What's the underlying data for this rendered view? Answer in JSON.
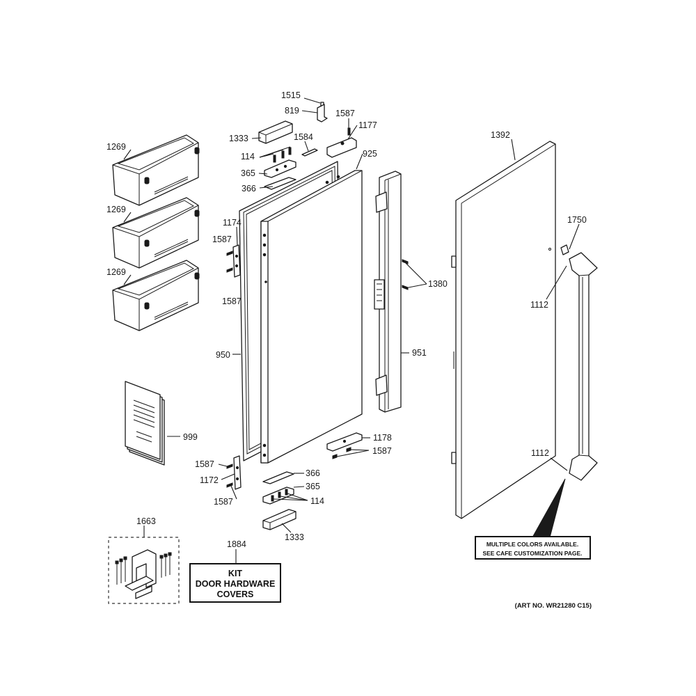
{
  "callouts": {
    "c1515": "1515",
    "c819": "819",
    "c1587a": "1587",
    "c1177": "1177",
    "c1333a": "1333",
    "c1584": "1584",
    "c925": "925",
    "c114a": "114",
    "c365a": "365",
    "c366a": "366",
    "c1392": "1392",
    "c1269a": "1269",
    "c1269b": "1269",
    "c1269c": "1269",
    "c1174": "1174",
    "c1587b": "1587",
    "c1587c": "1587",
    "c1750": "1750",
    "c1380": "1380",
    "c1112a": "1112",
    "c950": "950",
    "c951": "951",
    "c999": "999",
    "c1178": "1178",
    "c1587d": "1587",
    "c1112b": "1112",
    "c1587e": "1587",
    "c366b": "366",
    "c1172": "1172",
    "c365b": "365",
    "c1587f": "1587",
    "c114b": "114",
    "c1333b": "1333",
    "c1663": "1663",
    "c1884": "1884"
  },
  "kit_box": {
    "line1": "KIT",
    "line2": "DOOR HARDWARE",
    "line3": "COVERS"
  },
  "colors_note": {
    "line1": "MULTIPLE COLORS AVAILABLE.",
    "line2": "SEE CAFE CUSTOMIZATION PAGE."
  },
  "art_number": "(ART NO. WR21280 C15)"
}
